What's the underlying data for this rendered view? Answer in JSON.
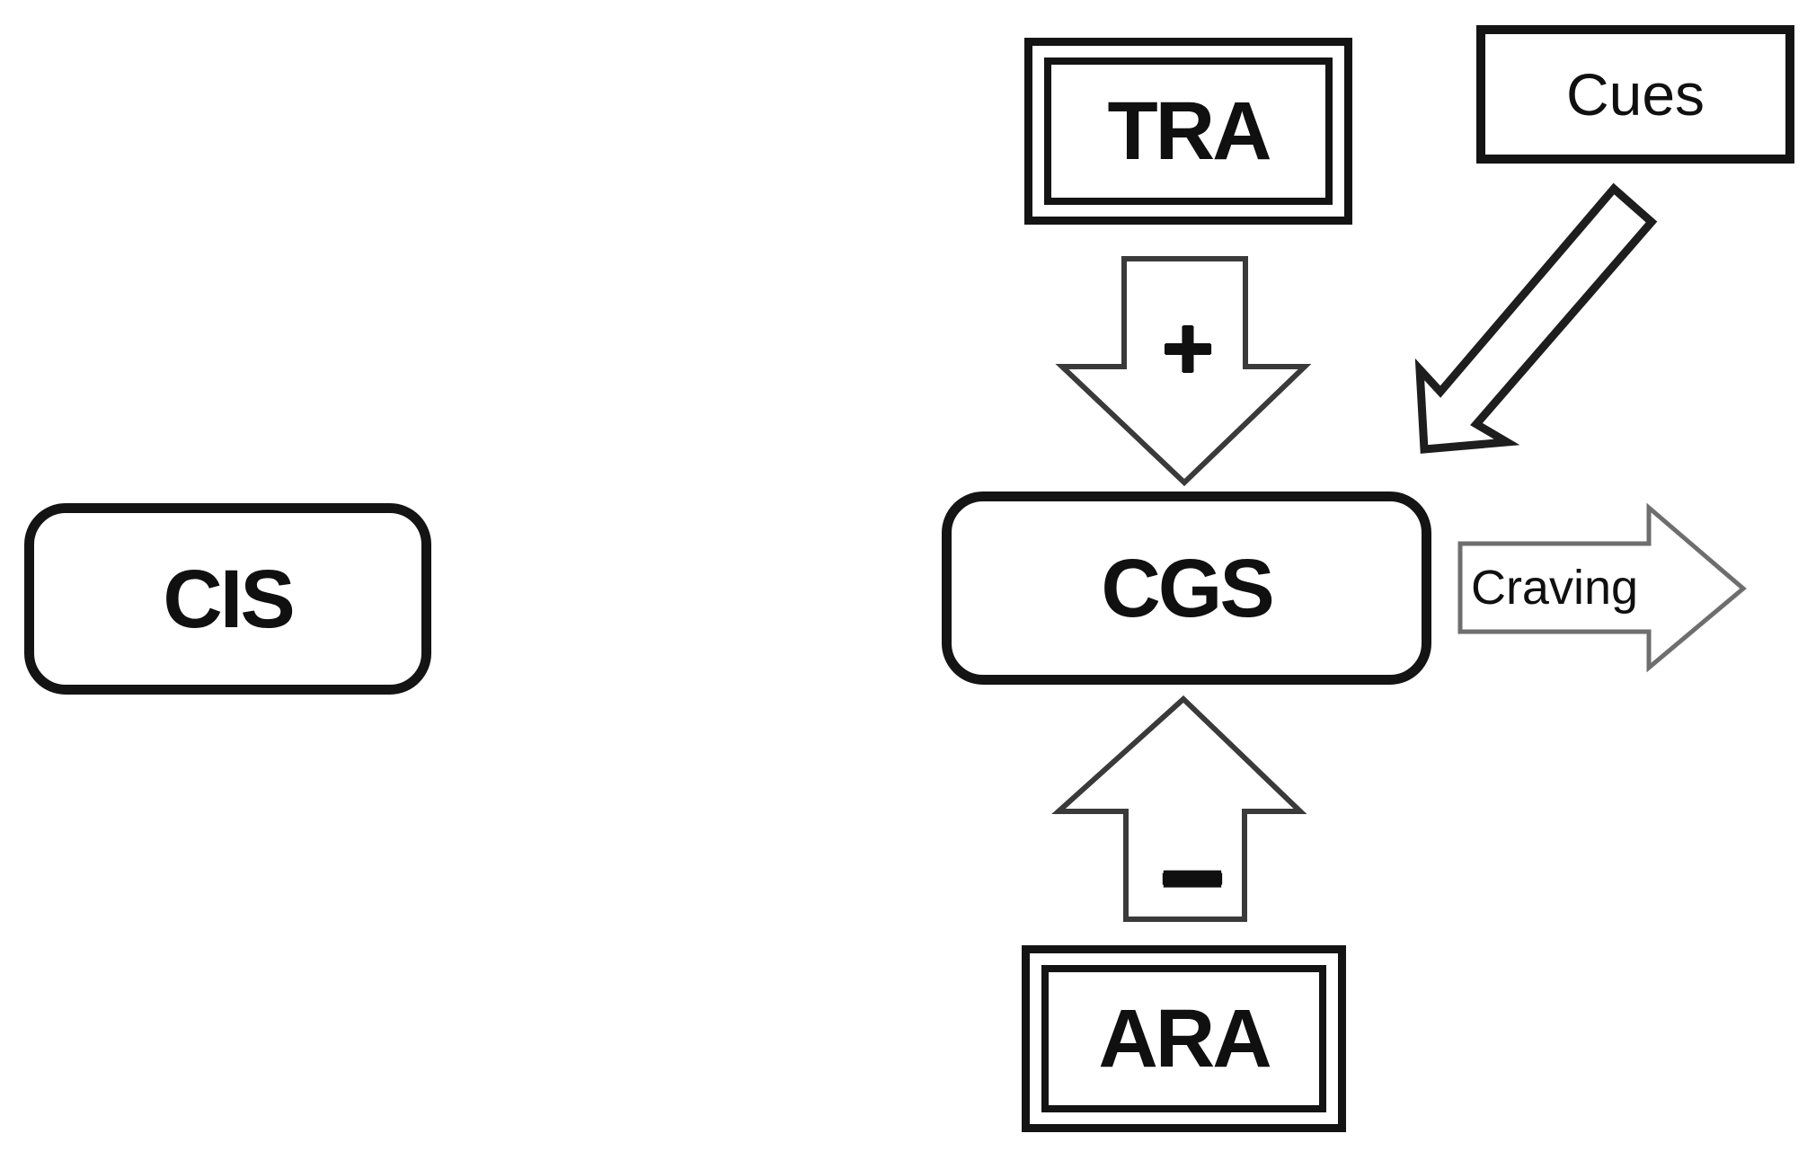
{
  "diagram": {
    "nodes": {
      "cis": {
        "label": "CIS"
      },
      "tra": {
        "label": "TRA"
      },
      "cues": {
        "label": "Cues"
      },
      "cgs": {
        "label": "CGS"
      },
      "ara": {
        "label": "ARA"
      }
    },
    "arrows": {
      "tra_to_cgs": {
        "label": "+",
        "direction": "down"
      },
      "ara_to_cgs": {
        "label": "–",
        "direction": "up"
      },
      "cues_to_cgs": {
        "label": "",
        "direction": "down-left"
      },
      "craving_out": {
        "label": "Craving",
        "direction": "right"
      }
    }
  },
  "colors": {
    "background": "#ffffff",
    "box_border": "#141414",
    "text": "#101010",
    "arrow_fill": "#ffffff",
    "arrow_outline": "#3a3a3a",
    "diagonal_outline": "#1e1e1e",
    "craving_outline": "#6e6e6e"
  }
}
